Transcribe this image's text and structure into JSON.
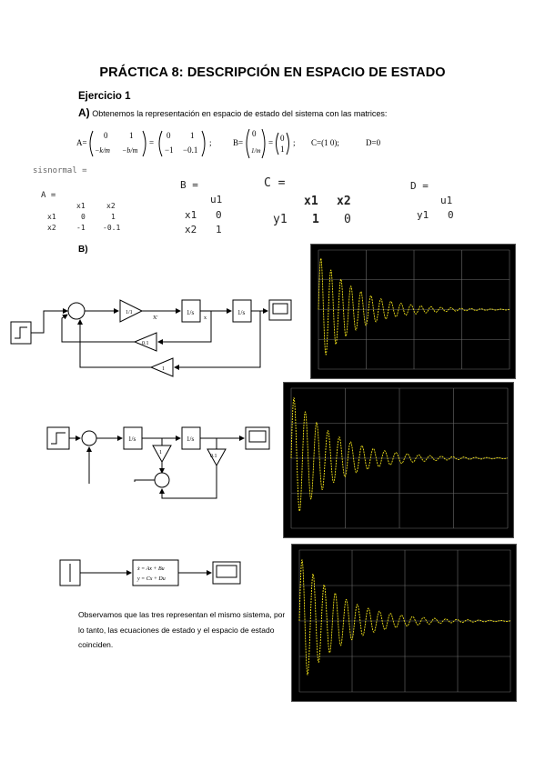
{
  "title": "PRÁCTICA 8: DESCRIPCIÓN EN ESPACIO DE ESTADO",
  "exercise": "Ejercicio 1",
  "part_a_label": "A)",
  "part_a_text": "Obtenemos la representación en espacio de estado del sistema con las matrices:",
  "matrices": {
    "A_label": "A=",
    "A_eq": "=",
    "A_sym": [
      [
        "0",
        "1"
      ],
      [
        "−k/m",
        "−b/m"
      ]
    ],
    "A_num": [
      [
        "0",
        "1"
      ],
      [
        "−1",
        "−0.1"
      ]
    ],
    "B_label": "B=",
    "B_sym": [
      "0",
      "1/m"
    ],
    "B_num": [
      "0",
      "1"
    ],
    "C_text": "C=(1   0);",
    "D_text": "D=0",
    "sep": ";"
  },
  "matlab": {
    "sysnormal": "sisnormal =",
    "A_name": "A =",
    "A_cols": [
      "x1",
      "x2"
    ],
    "A_rows": [
      [
        "x1",
        "0",
        "1"
      ],
      [
        "x2",
        "-1",
        "-0.1"
      ]
    ],
    "B_name": "B =",
    "B_cols": [
      "u1"
    ],
    "B_rows": [
      [
        "x1",
        "0"
      ],
      [
        "x2",
        "1"
      ]
    ],
    "C_name": "C =",
    "C_cols": [
      "x1",
      "x2"
    ],
    "C_rows": [
      [
        "y1",
        "1",
        "0"
      ]
    ],
    "D_name": "D =",
    "D_cols": [
      "u1"
    ],
    "D_rows": [
      [
        "y1",
        "0"
      ]
    ]
  },
  "part_b_label": "B)",
  "diagram1": {
    "gain1": "1/1",
    "int1": "1/s",
    "int2": "1/s",
    "xdot": "X'",
    "x": "x",
    "gain_b": "0.1",
    "gain_k": "1"
  },
  "diagram2": {
    "int1": "1/s",
    "int2": "1/s",
    "gain_k": "1",
    "gain_b": "0.1"
  },
  "diagram3": {
    "ss_line1": "ẋ = Ax + Bu",
    "ss_line2": "y = Cx + Du"
  },
  "conclusion": "Observamos que las tres representan el mismo sistema, por lo tanto, las ecuaciones de estado y el espacio de estado coinciden.",
  "colors": {
    "trace": "#f2e21a",
    "scope_bg": "#000000",
    "grid": "#6d6d6d"
  },
  "chart_data": [
    {
      "type": "line",
      "title": "",
      "xlabel": "",
      "ylabel": "",
      "description": "damped oscillation",
      "initial_amplitude": 1,
      "decay": 0.05,
      "freq": 1,
      "xlim": [
        0,
        100
      ]
    },
    {
      "type": "line",
      "title": "",
      "xlabel": "",
      "ylabel": "",
      "description": "damped oscillation",
      "initial_amplitude": 1,
      "decay": 0.05,
      "freq": 1,
      "xlim": [
        0,
        100
      ]
    },
    {
      "type": "line",
      "title": "",
      "xlabel": "",
      "ylabel": "",
      "description": "damped oscillation",
      "initial_amplitude": 1,
      "decay": 0.05,
      "freq": 1,
      "xlim": [
        0,
        100
      ]
    }
  ]
}
